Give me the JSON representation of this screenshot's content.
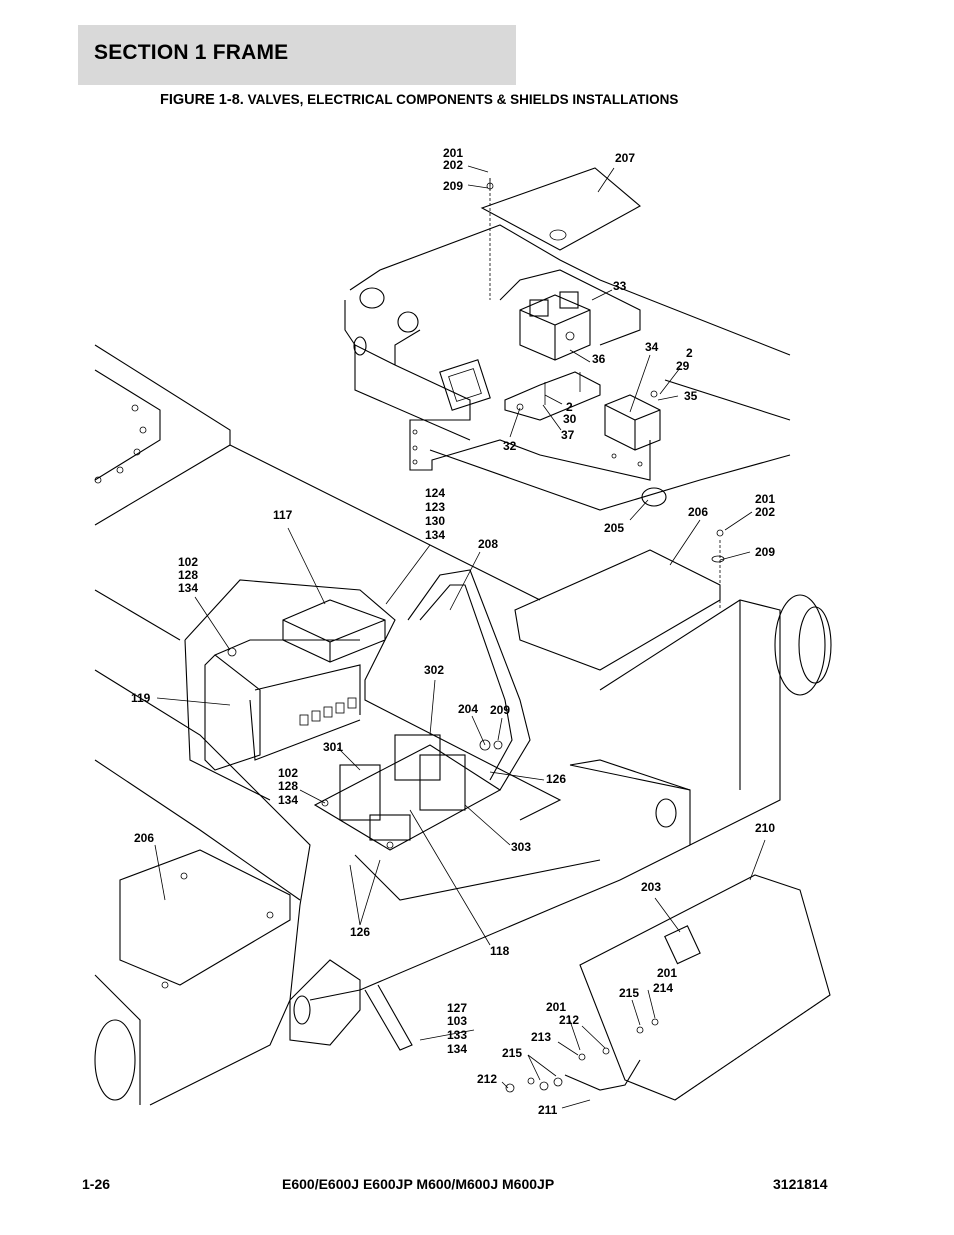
{
  "header": {
    "section_title": "SECTION 1  FRAME",
    "figure_label": "FIGURE 1-8.",
    "figure_caption": "VALVES, ELECTRICAL COMPONENTS & SHIELDS INSTALLATIONS"
  },
  "callouts": [
    "201",
    "202",
    "209",
    "207",
    "33",
    "34",
    "2",
    "29",
    "35",
    "36",
    "2",
    "30",
    "37",
    "32",
    "124",
    "123",
    "130",
    "134",
    "117",
    "208",
    "201",
    "202",
    "206",
    "205",
    "209",
    "102",
    "128",
    "134",
    "119",
    "302",
    "204",
    "209",
    "301",
    "102",
    "128",
    "134",
    "126",
    "303",
    "206",
    "126",
    "118",
    "210",
    "203",
    "201",
    "214",
    "215",
    "201",
    "212",
    "213",
    "127",
    "103",
    "133",
    "134",
    "215",
    "212",
    "211"
  ],
  "footer": {
    "page_number": "1-26",
    "models": "E600/E600J E600JP M600/M600J M600JP",
    "doc_number": "3121814"
  }
}
